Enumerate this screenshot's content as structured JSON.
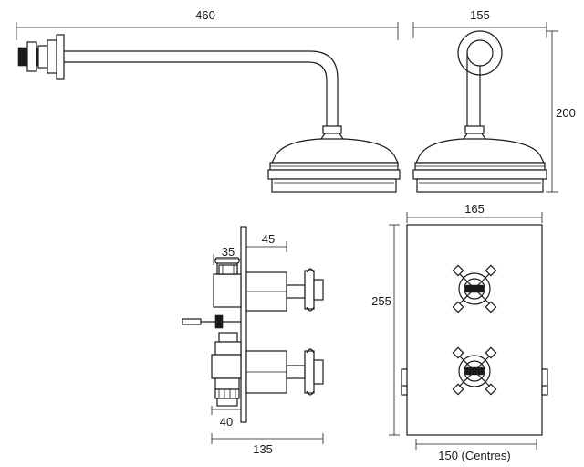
{
  "dimensions": {
    "arm_length": "460",
    "head_depth": "155",
    "head_height": "200",
    "depth_to_handle": "45",
    "depth_to_inlet": "35",
    "depth_lower": "40",
    "total_depth": "135",
    "plate_width": "165",
    "plate_height": "255",
    "centres": "150 (Centres)"
  },
  "colors": {
    "line": "#1a1a1a",
    "background": "#ffffff"
  }
}
